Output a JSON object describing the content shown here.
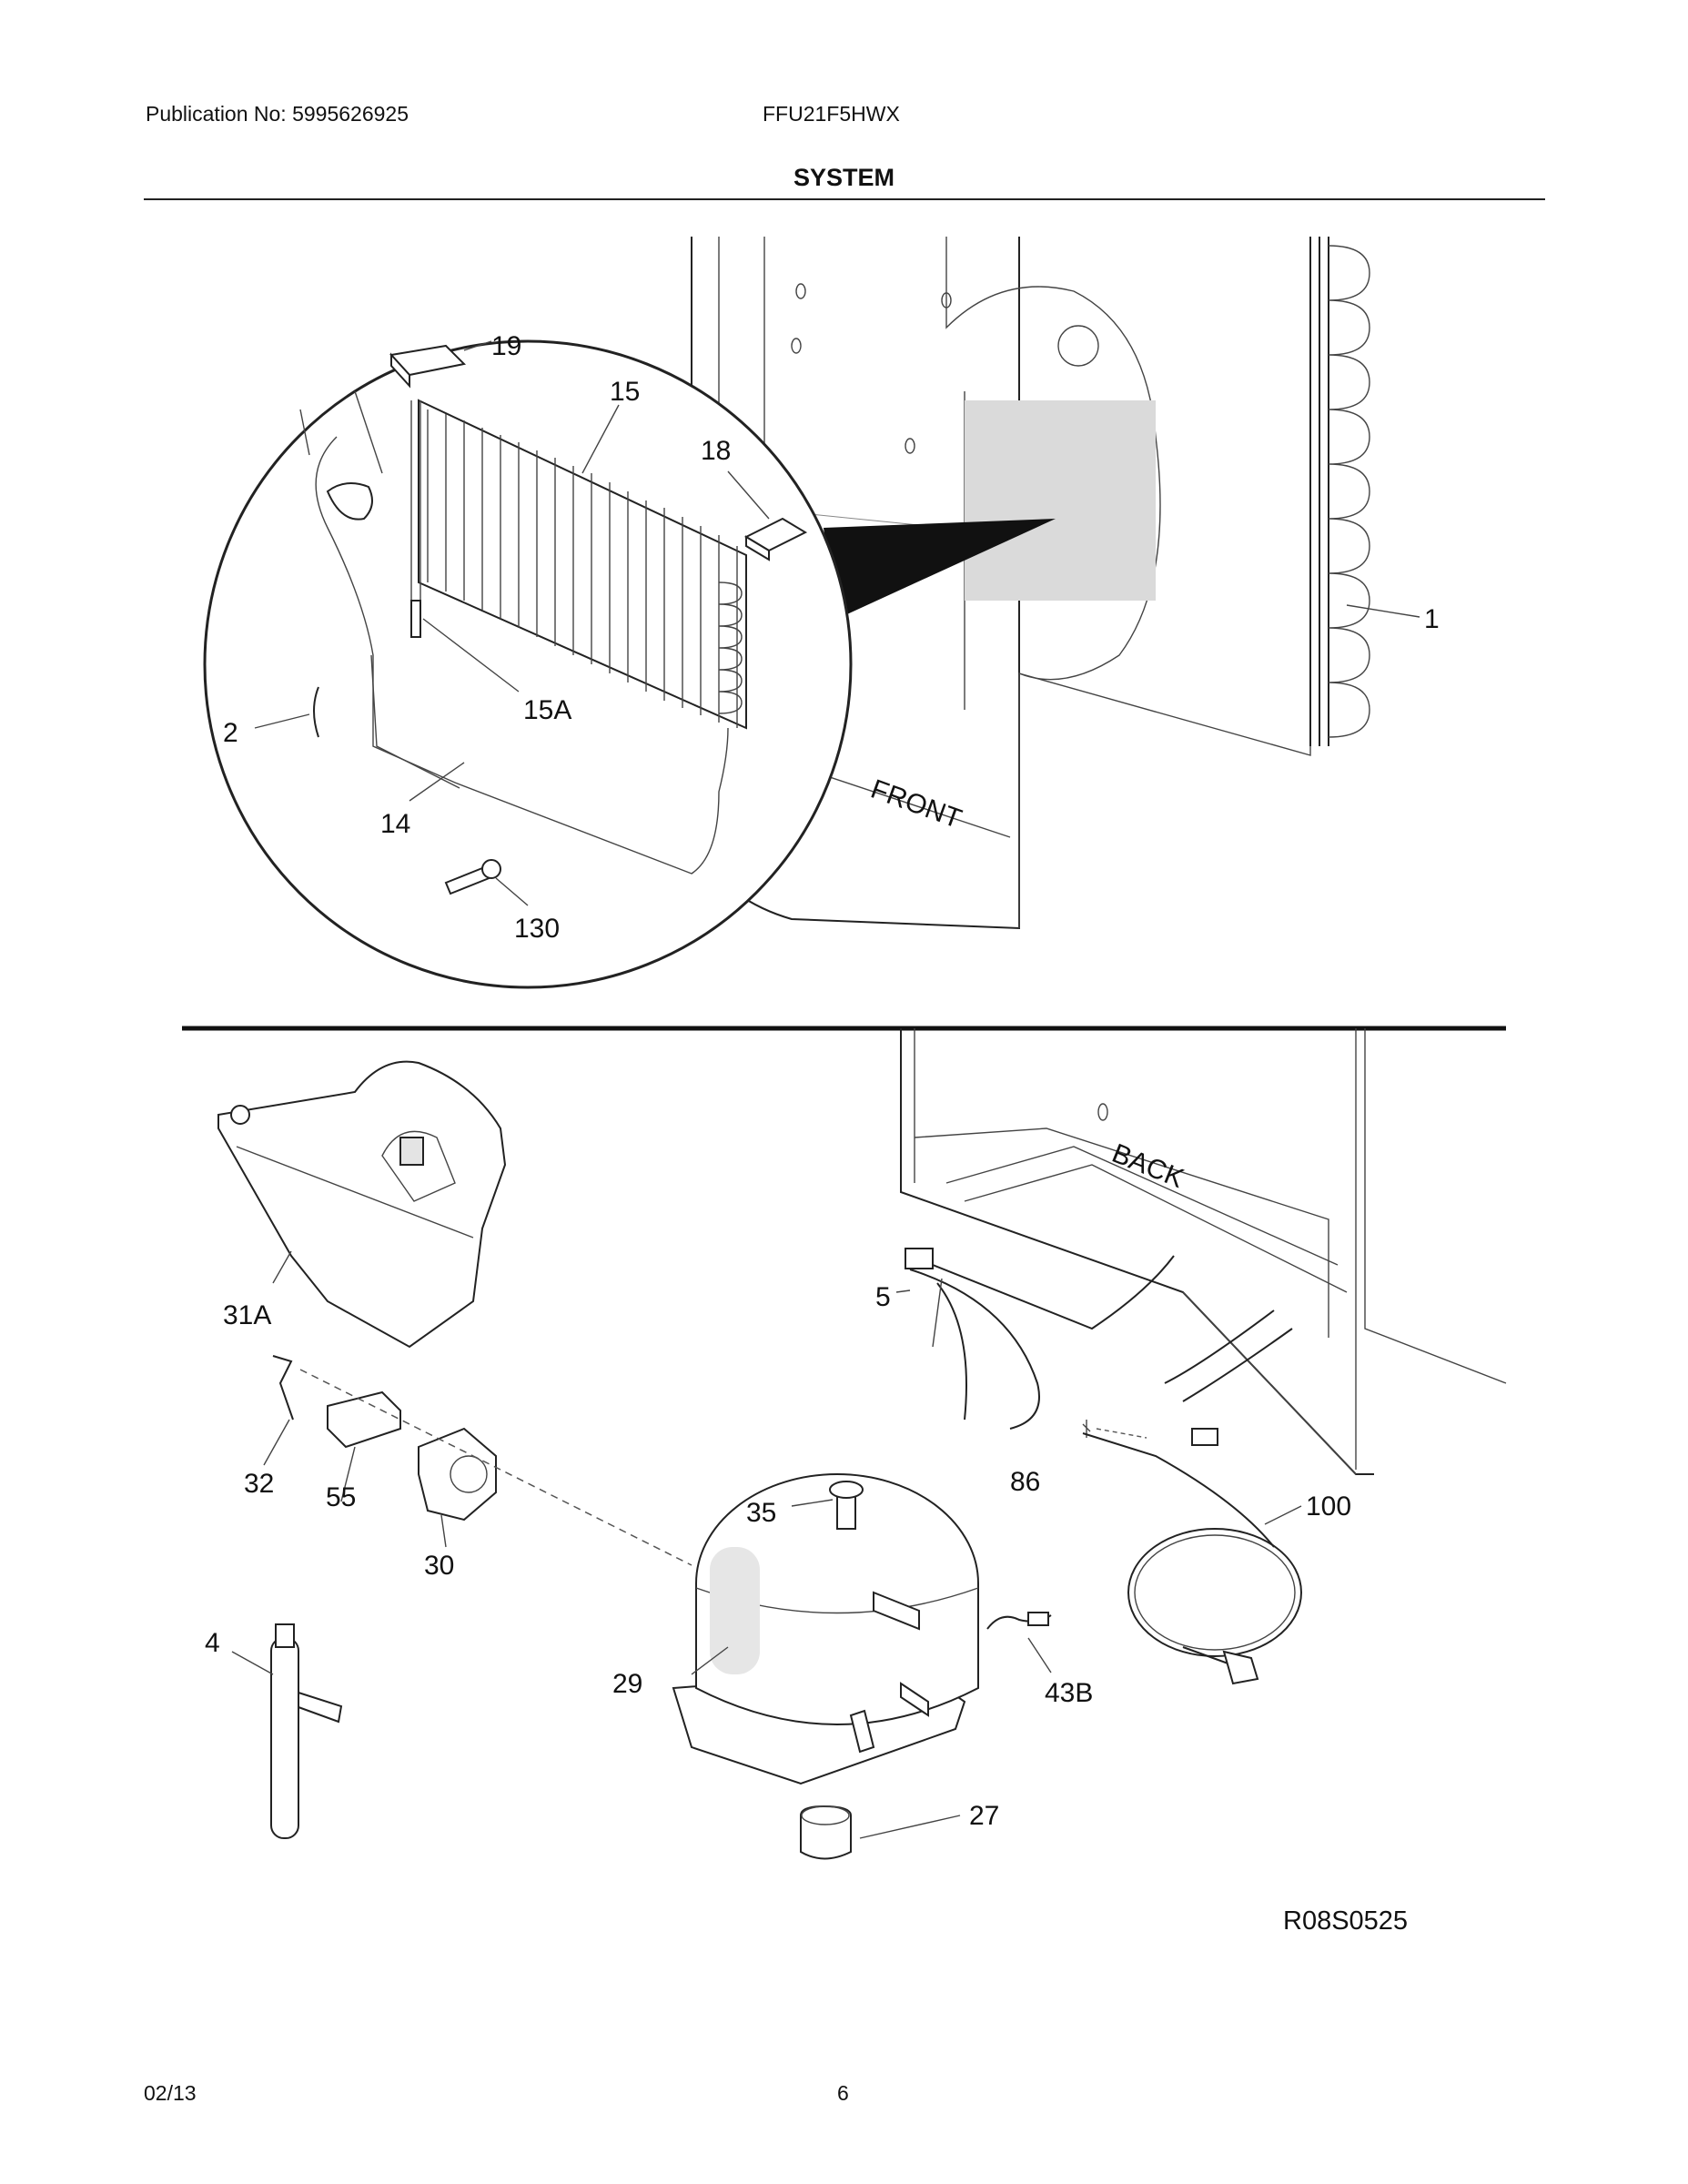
{
  "header": {
    "publication": "Publication No: 5995626925",
    "model": "FFU21F5HWX",
    "section_title": "SYSTEM"
  },
  "diagram": {
    "top_labels": {
      "front": "FRONT"
    },
    "bottom_labels": {
      "back": "BACK"
    },
    "callouts": [
      {
        "id": "19",
        "text": "19"
      },
      {
        "id": "15",
        "text": "15"
      },
      {
        "id": "18",
        "text": "18"
      },
      {
        "id": "1",
        "text": "1"
      },
      {
        "id": "15A",
        "text": "15A"
      },
      {
        "id": "2",
        "text": "2"
      },
      {
        "id": "14",
        "text": "14"
      },
      {
        "id": "130",
        "text": "130"
      },
      {
        "id": "31A",
        "text": "31A"
      },
      {
        "id": "5",
        "text": "5"
      },
      {
        "id": "32",
        "text": "32"
      },
      {
        "id": "55",
        "text": "55"
      },
      {
        "id": "30",
        "text": "30"
      },
      {
        "id": "86",
        "text": "86"
      },
      {
        "id": "100",
        "text": "100"
      },
      {
        "id": "35",
        "text": "35"
      },
      {
        "id": "4",
        "text": "4"
      },
      {
        "id": "29",
        "text": "29"
      },
      {
        "id": "43B",
        "text": "43B"
      },
      {
        "id": "27",
        "text": "27"
      }
    ],
    "drawing_code": "R08S0525"
  },
  "footer": {
    "date": "02/13",
    "page": "6"
  }
}
